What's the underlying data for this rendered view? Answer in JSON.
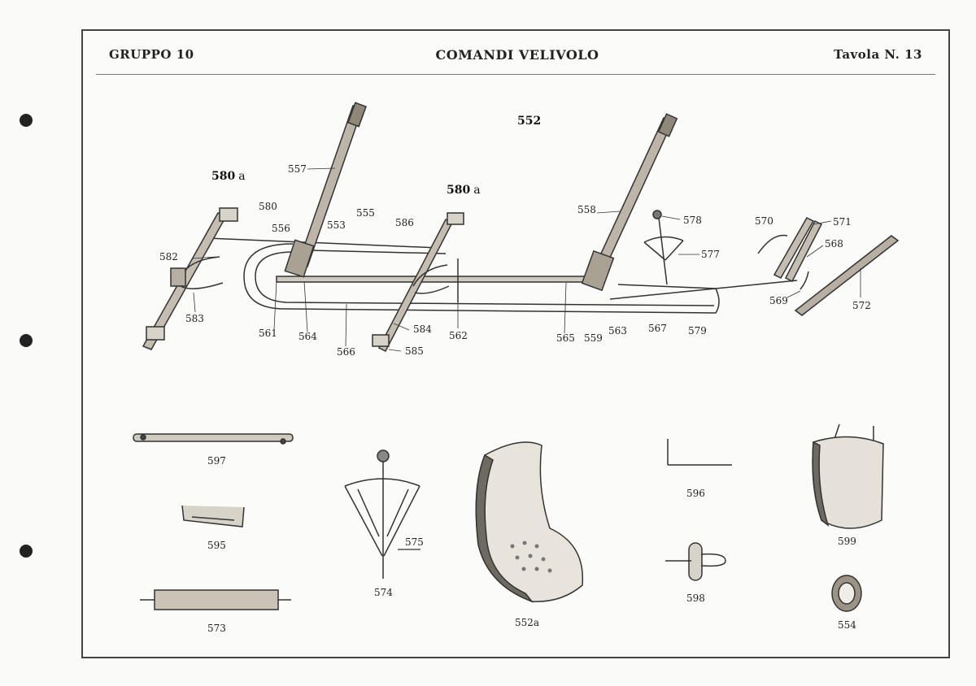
{
  "header": {
    "group": "GRUPPO 10",
    "title": "COMANDI VELIVOLO",
    "plate": "Tavola N. 13"
  },
  "assembly": {
    "main_number": "552",
    "sub_left_num": "580",
    "sub_left_suffix": "a",
    "sub_mid_num": "580",
    "sub_mid_suffix": "a",
    "callouts": {
      "c557": "557",
      "c580": "580",
      "c556": "556",
      "c553": "553",
      "c555": "555",
      "c586": "586",
      "c582": "582",
      "c583": "583",
      "c561": "561",
      "c564": "564",
      "c566": "566",
      "c584": "584",
      "c585": "585",
      "c562": "562",
      "c565": "565",
      "c559": "559",
      "c563": "563",
      "c567": "567",
      "c579": "579",
      "c558": "558",
      "c578": "578",
      "c577": "577",
      "c570": "570",
      "c571": "571",
      "c568": "568",
      "c569": "569",
      "c572": "572"
    }
  },
  "parts": {
    "p597": "597",
    "p595": "595",
    "p573": "573",
    "p575": "575",
    "p574": "574",
    "p552a": "552a",
    "p596": "596",
    "p598": "598",
    "p554": "554",
    "p599": "599"
  }
}
